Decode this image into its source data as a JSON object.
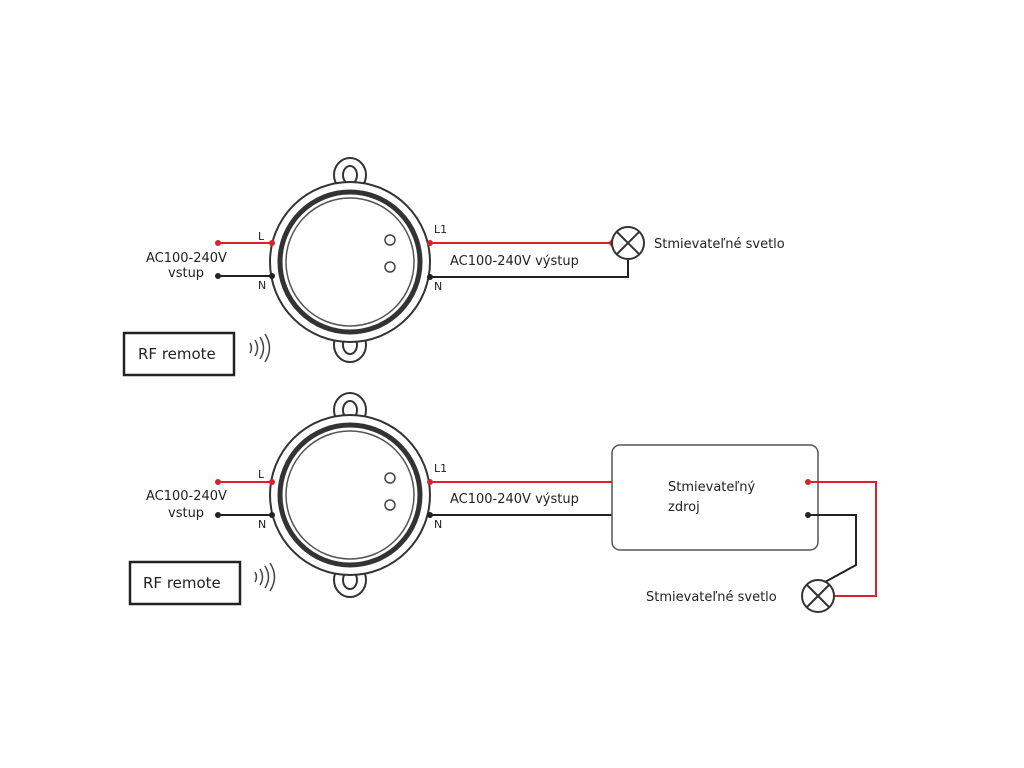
{
  "diagram_1": {
    "input_label_line1": "AC100-240V",
    "input_label_line2": "vstup",
    "terminal_L": "L",
    "terminal_N_left": "N",
    "terminal_L1": "L1",
    "terminal_N_right": "N",
    "output_label": "AC100-240V  výstup",
    "lamp_label": "Stmievateľné svetlo",
    "remote_label": "RF remote"
  },
  "diagram_2": {
    "input_label_line1": "AC100-240V",
    "input_label_line2": "vstup",
    "terminal_L": "L",
    "terminal_N_left": "N",
    "terminal_L1": "L1",
    "terminal_N_right": "N",
    "output_label": "AC100-240V výstup",
    "driver_label_line1": "Stmievateľný",
    "driver_label_line2": "zdroj",
    "lamp_label": "Stmievateľné svetlo",
    "remote_label": "RF remote"
  },
  "colors": {
    "live_wire": "#d8232a",
    "neutral_wire": "#222222",
    "outline": "#333333"
  }
}
